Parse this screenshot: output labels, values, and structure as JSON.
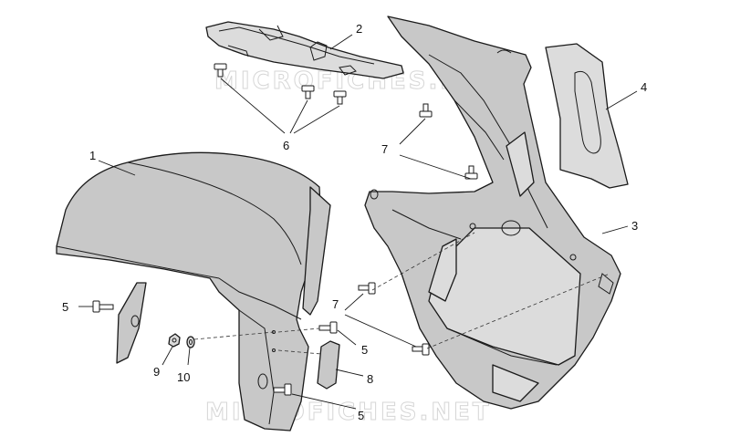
{
  "watermark": {
    "text_top": "MICROFICHES.NET",
    "text_bottom": "MICROFICHES.NET"
  },
  "callouts": {
    "front_mudguard": "1",
    "mudguard_support_top": "2",
    "headlight_fairing": "3",
    "fairing_sticker": "4",
    "screw_left": "5",
    "screw_right_top": "5",
    "screw_right_bottom": "5",
    "screws_group_6": "6",
    "screws_group_7_top": "7",
    "screws_group_7_mid": "7",
    "reflector": "8",
    "nut": "9",
    "washer": "10"
  },
  "colors": {
    "part_fill": "#c8c8c8",
    "outline": "#1a1a1a",
    "background": "#ffffff"
  }
}
